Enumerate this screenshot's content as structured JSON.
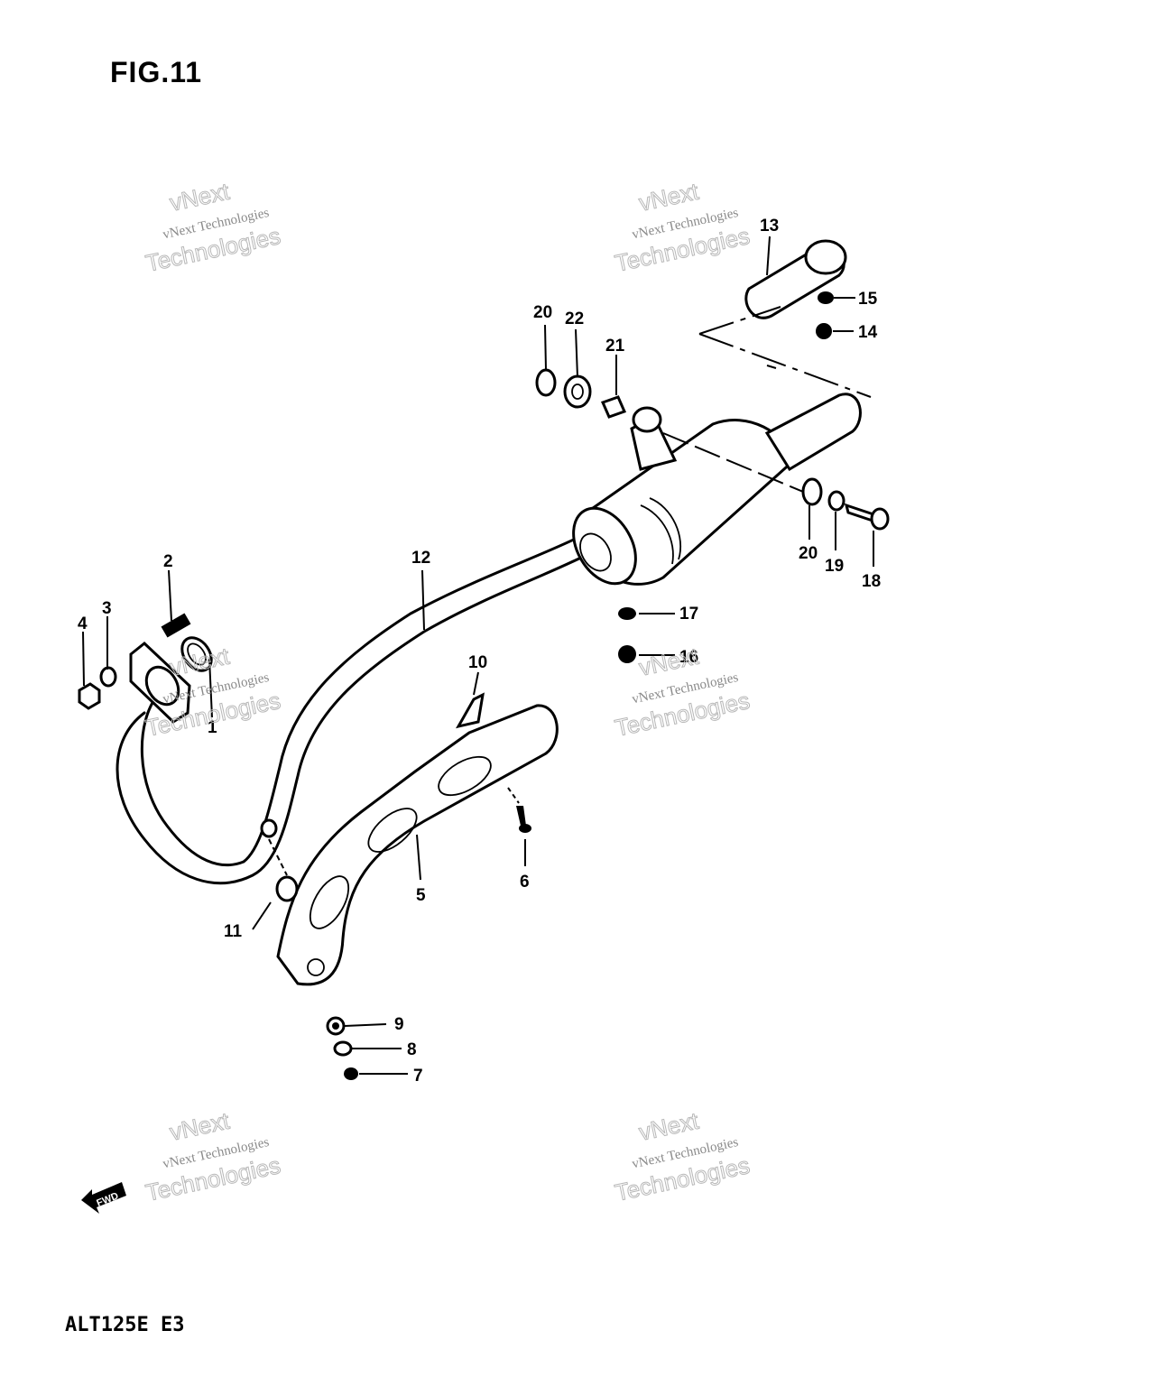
{
  "figure": {
    "title": "FIG.11",
    "model_code": "ALT125E  E3"
  },
  "watermark": {
    "line1": "vNext Technologies",
    "line2": "Technologies",
    "line3": "vNext"
  },
  "fwd_marker": {
    "text": "FWD"
  },
  "part_numbers": {
    "p1": "1",
    "p2": "2",
    "p3": "3",
    "p4": "4",
    "p5": "5",
    "p6": "6",
    "p7": "7",
    "p8": "8",
    "p9": "9",
    "p10": "10",
    "p11": "11",
    "p12": "12",
    "p13": "13",
    "p14": "14",
    "p15": "15",
    "p16": "16",
    "p17": "17",
    "p18": "18",
    "p19": "19",
    "p20a": "20",
    "p20b": "20",
    "p21": "21",
    "p22": "22"
  },
  "colors": {
    "ink": "#000000",
    "paper": "#ffffff",
    "watermark": "#9a9a9a"
  }
}
